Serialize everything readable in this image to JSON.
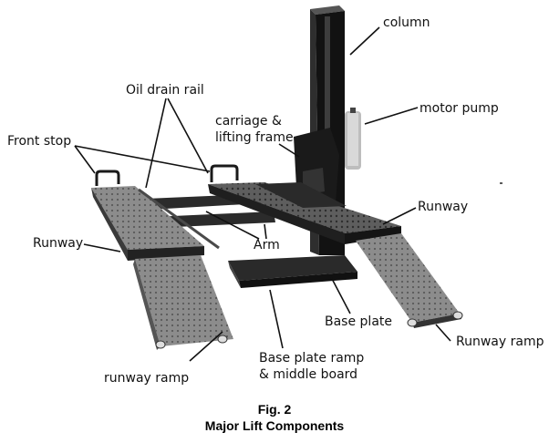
{
  "labels": {
    "column": "column",
    "oil_drain_rail": "Oil drain rail",
    "motor_pump": "motor pump",
    "carriage_line1": "carriage &",
    "carriage_line2": "lifting frame",
    "front_stop": "Front stop",
    "runway_left": "Runway",
    "runway_right": "Runway",
    "arm": "Arm",
    "base_plate": "Base plate",
    "runway_ramp_right": "Runway ramp",
    "base_plate_ramp_line1": "Base plate ramp",
    "base_plate_ramp_line2": "& middle board",
    "runway_ramp_left": "runway ramp"
  },
  "caption": {
    "fig": "Fig. 2",
    "title": "Major Lift Components"
  },
  "colors": {
    "steel_dark": "#1c1c1c",
    "steel_mid": "#3a3a3a",
    "plate_light": "#9a9a9a",
    "plate_mid": "#6e6e6e",
    "leader_line": "#111111"
  }
}
